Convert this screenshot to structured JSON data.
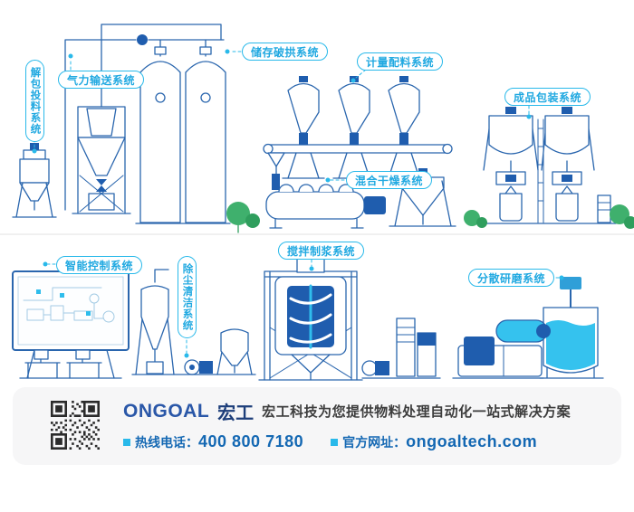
{
  "labels": {
    "unpacking": "解包投料系统",
    "pneumatic": "气力输送系统",
    "storage": "储存破拱系统",
    "metering": "计量配料系统",
    "packaging": "成品包装系统",
    "mixing": "混合干燥系统",
    "control": "智能控制系统",
    "dust": "除尘清洁系统",
    "pulping": "搅拌制浆系统",
    "grinding": "分散研磨系统"
  },
  "footer": {
    "brand_en": "ONGOAL",
    "brand_cn": "宏工",
    "tagline": "宏工科技为您提供物料处理自动化一站式解决方案",
    "hotline_label": "热线电话：",
    "hotline_number": "400 800 7180",
    "website_label": "官方网址：",
    "website_url": "ongoaltech.com"
  },
  "colors": {
    "accent_cyan": "#29b9ea",
    "line_blue": "#2a66ae",
    "dark_blue": "#1f5dae",
    "liquid_cyan": "#35c2ee",
    "tree_green": "#3fb06d",
    "tree_green_dark": "#2f9e5d",
    "footer_bg": "#f6f6f7",
    "contact_blue": "#1468b3"
  }
}
